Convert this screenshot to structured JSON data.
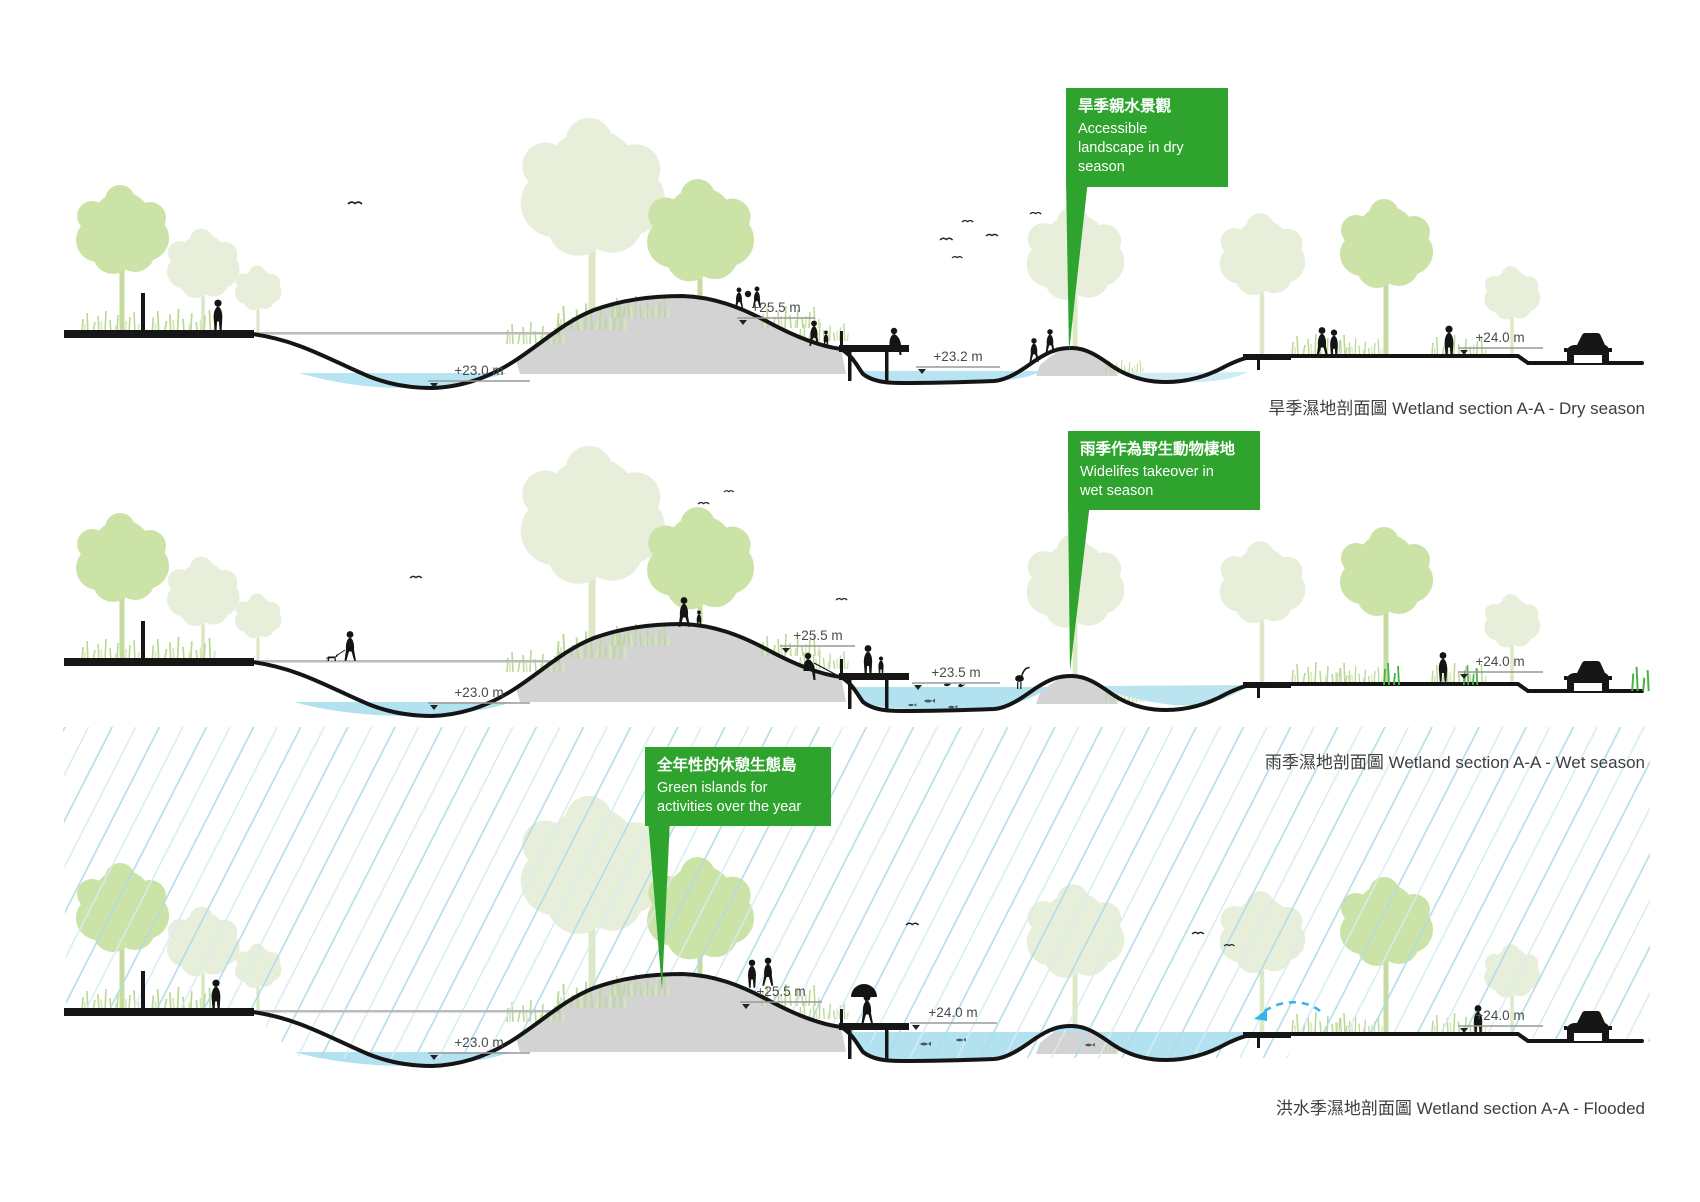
{
  "figure": {
    "type": "wetland-section-diagram"
  },
  "callouts": [
    {
      "title_zh": "旱季親水景觀",
      "body_lines": [
        "Accessible",
        "landscape in dry",
        "season"
      ]
    },
    {
      "title_zh": "雨季作為野生動物棲地",
      "body_lines": [
        "Widelifes takeover in",
        "wet season"
      ]
    },
    {
      "title_zh": "全年性的休憩生態島",
      "body_lines": [
        "Green islands for",
        "activities over the year"
      ]
    }
  ],
  "sections": [
    {
      "id": "dry",
      "title": "旱季濕地剖面圖 Wetland section A-A - Dry season",
      "elevations": {
        "left_basin": "+23.0 m",
        "mound_path": "+25.5 m",
        "mid_basin": "+23.2 m",
        "roadside": "+24.0 m"
      }
    },
    {
      "id": "wet",
      "title": "雨季濕地剖面圖 Wetland section A-A - Wet season",
      "elevations": {
        "left_basin": "+23.0 m",
        "mound_path": "+25.5 m",
        "mid_basin": "+23.5 m",
        "roadside": "+24.0 m"
      }
    },
    {
      "id": "flooded",
      "title": "洪水季濕地剖面圖 Wetland section A-A - Flooded",
      "elevations": {
        "left_basin": "+23.0 m",
        "mound_path": "+25.5 m",
        "mid_basin": "+24.0 m",
        "roadside": "+24.0 m"
      }
    }
  ],
  "colors": {
    "callout_green": "#2ea32e",
    "water_blue": "#b7e4f2",
    "water_blue_light": "#cdecf6",
    "tree_green": "#cbe3a6",
    "tree_pale": "#e7efdb",
    "mound_gray": "#d3d3d3",
    "rain_blue": "#aedbe8",
    "ink": "#151515",
    "label_gray": "#4a4a4a"
  }
}
